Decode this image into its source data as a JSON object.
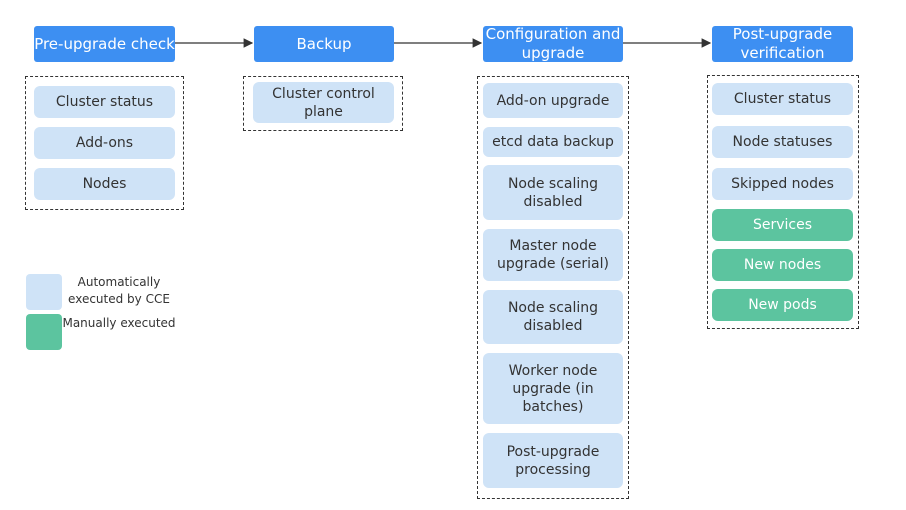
{
  "colors": {
    "header": "#3d8ff2",
    "auto": "#cfe3f7",
    "manual": "#5cc49f"
  },
  "stages": [
    {
      "title": "Pre-upgrade check",
      "items": [
        {
          "label": "Cluster status",
          "type": "auto"
        },
        {
          "label": "Add-ons",
          "type": "auto"
        },
        {
          "label": "Nodes",
          "type": "auto"
        }
      ]
    },
    {
      "title": "Backup",
      "items": [
        {
          "label": "Cluster control plane",
          "type": "auto"
        }
      ]
    },
    {
      "title": "Configuration and upgrade",
      "items": [
        {
          "label": "Add-on upgrade",
          "type": "auto"
        },
        {
          "label": "etcd data backup",
          "type": "auto"
        },
        {
          "label": "Node scaling disabled",
          "type": "auto"
        },
        {
          "label": "Master node upgrade (serial)",
          "type": "auto"
        },
        {
          "label": "Node scaling disabled",
          "type": "auto"
        },
        {
          "label": "Worker node upgrade (in batches)",
          "type": "auto"
        },
        {
          "label": "Post-upgrade processing",
          "type": "auto"
        }
      ]
    },
    {
      "title": "Post-upgrade verification",
      "items": [
        {
          "label": "Cluster status",
          "type": "auto"
        },
        {
          "label": "Node statuses",
          "type": "auto"
        },
        {
          "label": "Skipped nodes",
          "type": "auto"
        },
        {
          "label": "Services",
          "type": "manual"
        },
        {
          "label": "New nodes",
          "type": "manual"
        },
        {
          "label": "New pods",
          "type": "manual"
        }
      ]
    }
  ],
  "legend": {
    "auto_label": "Automatically executed by CCE",
    "manual_label": "Manually executed"
  }
}
